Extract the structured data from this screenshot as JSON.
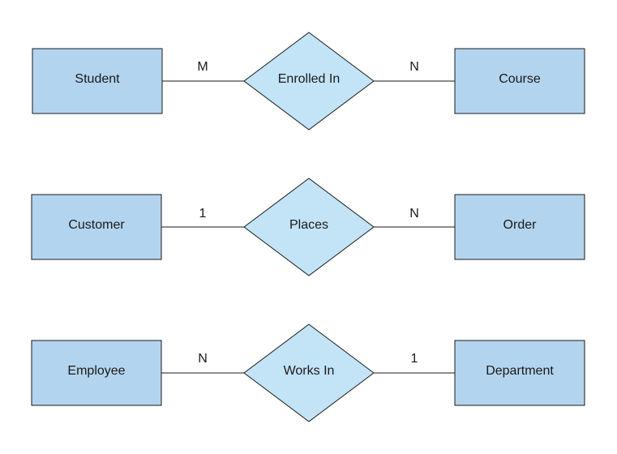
{
  "rows": [
    {
      "left_entity": "Student",
      "relationship": "Enrolled In",
      "right_entity": "Course",
      "left_cardinality": "M",
      "right_cardinality": "N"
    },
    {
      "left_entity": "Customer",
      "relationship": "Places",
      "right_entity": "Order",
      "left_cardinality": "1",
      "right_cardinality": "N"
    },
    {
      "left_entity": "Employee",
      "relationship": "Works In",
      "right_entity": "Department",
      "left_cardinality": "N",
      "right_cardinality": "1"
    }
  ],
  "colors": {
    "entity_fill": "#b3d4ee",
    "relationship_fill": "#c3e4f7",
    "stroke": "#1a1a1a"
  }
}
